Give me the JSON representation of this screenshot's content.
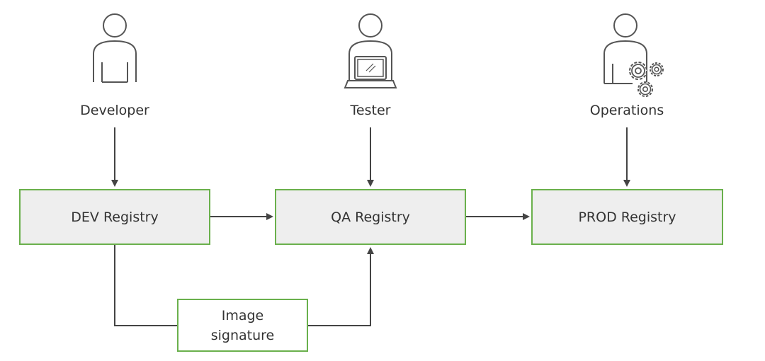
{
  "actors": [
    {
      "name": "Developer",
      "icon": "person-icon"
    },
    {
      "name": "Tester",
      "icon": "person-laptop-icon"
    },
    {
      "name": "Operations",
      "icon": "person-gears-icon"
    }
  ],
  "registries": {
    "dev": "DEV Registry",
    "qa": "QA Registry",
    "prod": "PROD Registry"
  },
  "signature": {
    "line1": "Image",
    "line2": "signature"
  },
  "colors": {
    "box_border": "#6ab04c",
    "box_fill": "#eeeeee",
    "line": "#444444",
    "icon_stroke": "#555555"
  }
}
